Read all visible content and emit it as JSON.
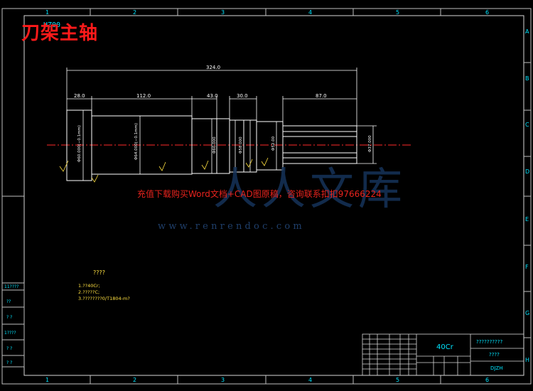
{
  "drawing": {
    "title": "刀架主轴",
    "drawing_code_tag": "HZ00",
    "column_labels": [
      "1",
      "2",
      "3",
      "4",
      "5",
      "6"
    ],
    "row_labels": [
      "A",
      "B",
      "C",
      "D",
      "E",
      "F",
      "G",
      "H"
    ],
    "dimensions": {
      "overall_length": "324.0",
      "seg1": "28.0",
      "seg2": "112.0",
      "seg3": "43.0",
      "seg4": "30.0",
      "seg_right": "87.0",
      "dia1": "Φ60.000(−0.1mm)",
      "dia2": "Φ64.000(−0.1mm)",
      "dia3": "Φ60.000",
      "dia4": "Φ58.000",
      "dia5": "Φ52.00",
      "dia6": "Φ37.000"
    },
    "tech_req_title": "????",
    "tech_req_lines": [
      "1.??40Cr;",
      "2.?????C;",
      "3.????????0/T1804-m?"
    ],
    "left_table": [
      "11????",
      "??",
      "? ?",
      "1????",
      "? ?",
      "? ?"
    ],
    "title_block": {
      "material": "40Cr",
      "company": "??????????",
      "drawing_name": "????",
      "code": "DJZH"
    }
  },
  "watermark": {
    "line": "充值下载购买Word文档+CAD图原稿，咨询联系扣扣97666224",
    "brand": "人人文库",
    "url": "www.renrendoc.com"
  }
}
